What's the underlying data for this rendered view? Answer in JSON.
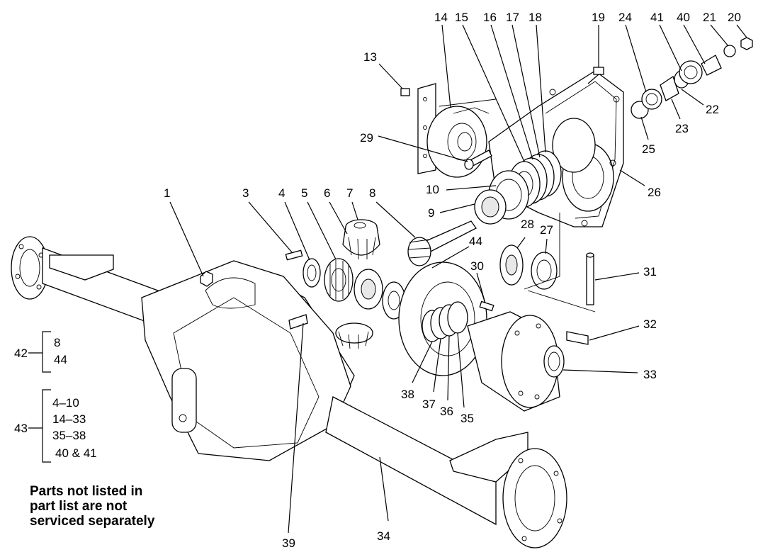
{
  "callouts": {
    "c1": "1",
    "c3": "3",
    "c4": "4",
    "c5": "5",
    "c6": "6",
    "c7": "7",
    "c8": "8",
    "c9": "9",
    "c10": "10",
    "c13": "13",
    "c14": "14",
    "c15": "15",
    "c16": "16",
    "c17": "17",
    "c18": "18",
    "c19": "19",
    "c20": "20",
    "c21": "21",
    "c22": "22",
    "c23": "23",
    "c24": "24",
    "c25": "25",
    "c26": "26",
    "c27": "27",
    "c28": "28",
    "c29": "29",
    "c30": "30",
    "c31": "31",
    "c32": "32",
    "c33": "33",
    "c34": "34",
    "c35": "35",
    "c36": "36",
    "c37": "37",
    "c38": "38",
    "c39": "39",
    "c40": "40",
    "c41": "41",
    "c44": "44"
  },
  "kits": {
    "kit42": {
      "label": "42",
      "items": [
        "8",
        "44"
      ]
    },
    "kit43": {
      "label": "43",
      "items": [
        "4–10",
        "14–33",
        "35–38",
        "40 & 41"
      ]
    }
  },
  "note": {
    "line1": "Parts not listed in",
    "line2": "part list are not",
    "line3": "serviced separately"
  }
}
